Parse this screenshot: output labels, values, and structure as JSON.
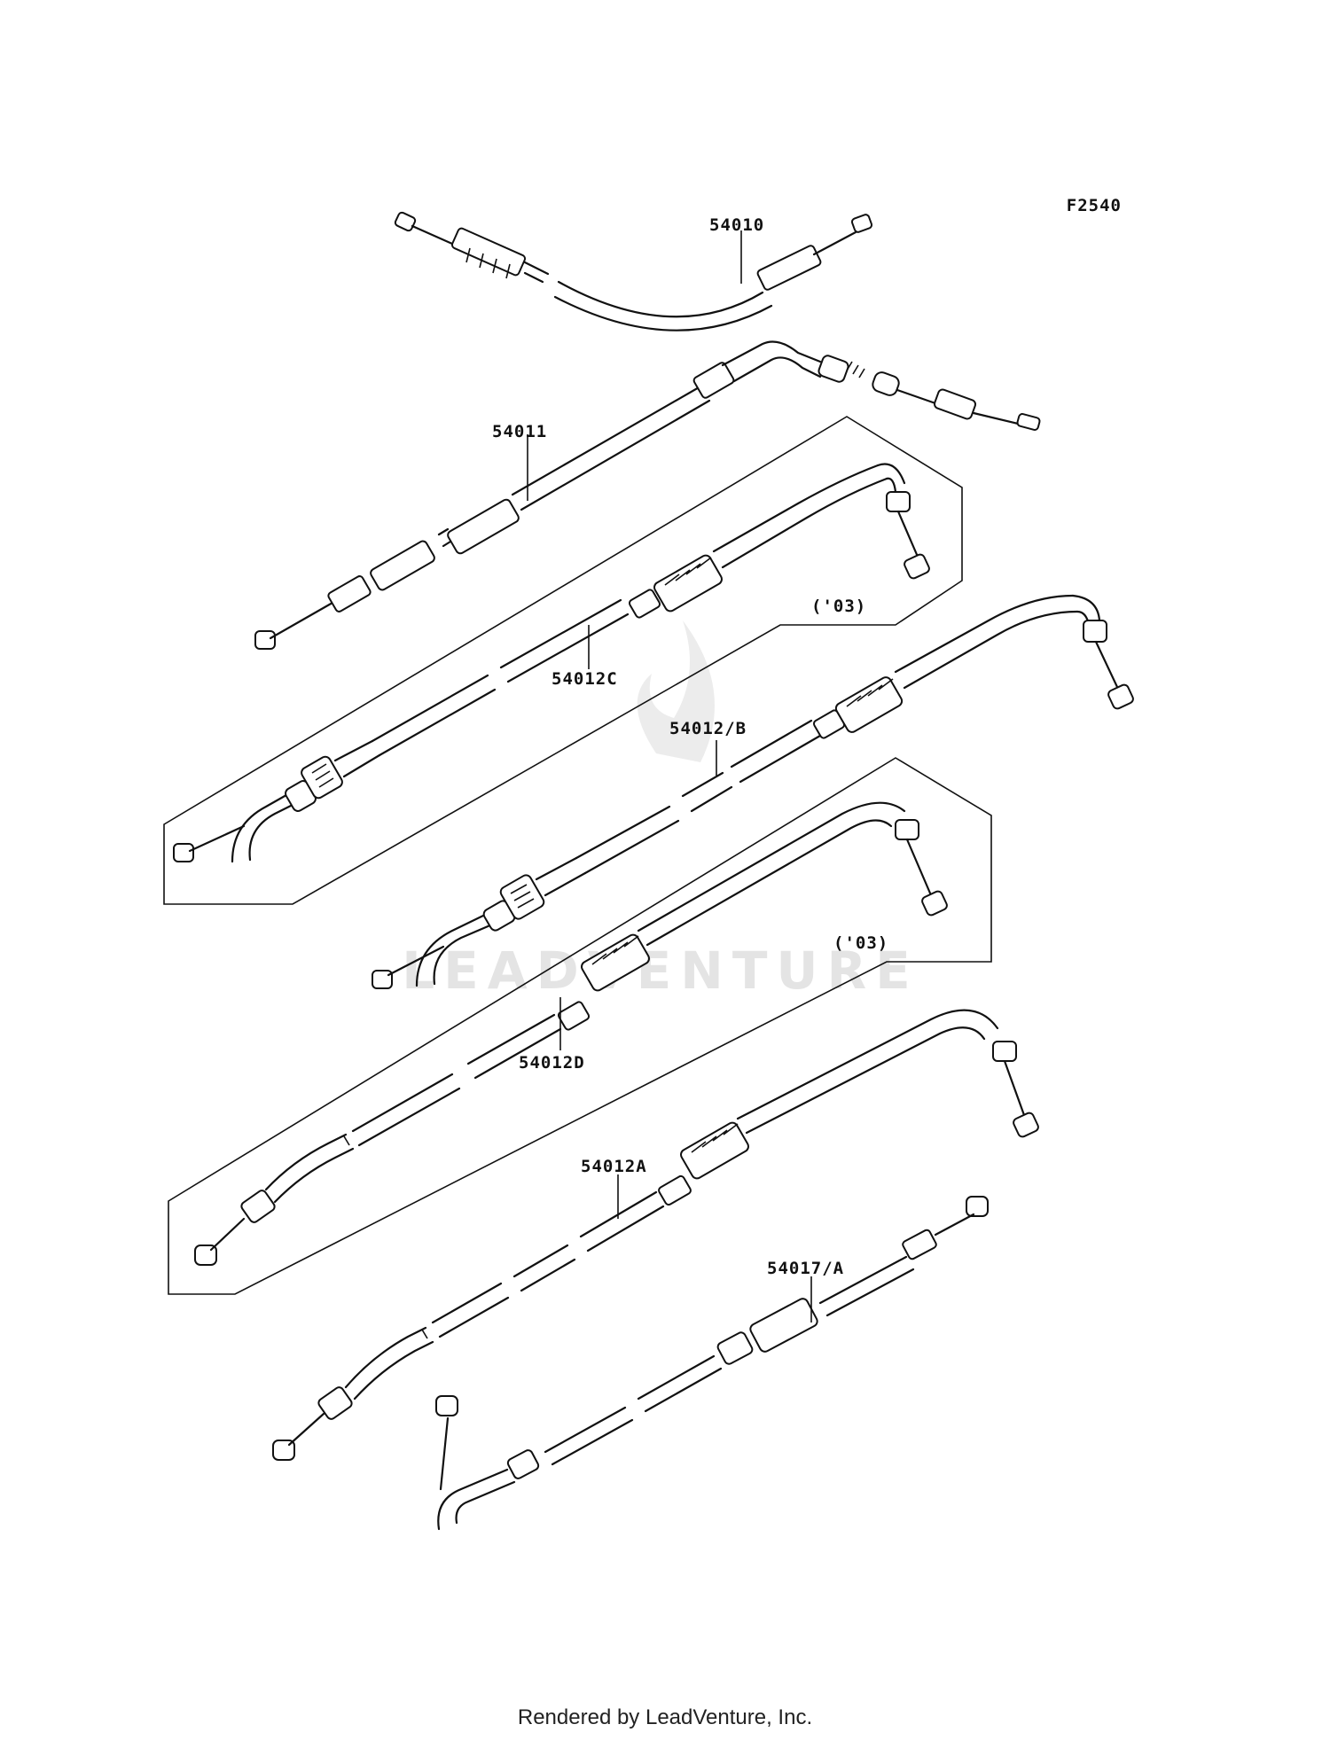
{
  "figure_code": "F2540",
  "watermark": "LEADVENTURE",
  "footer": "Rendered by LeadVenture, Inc.",
  "parts": [
    {
      "id": "54010"
    },
    {
      "id": "54011"
    },
    {
      "id": "54012C"
    },
    {
      "id": "54012/B"
    },
    {
      "id": "54012D"
    },
    {
      "id": "54012A"
    },
    {
      "id": "54017/A"
    }
  ],
  "year_notes": [
    "('03)",
    "('03)"
  ]
}
